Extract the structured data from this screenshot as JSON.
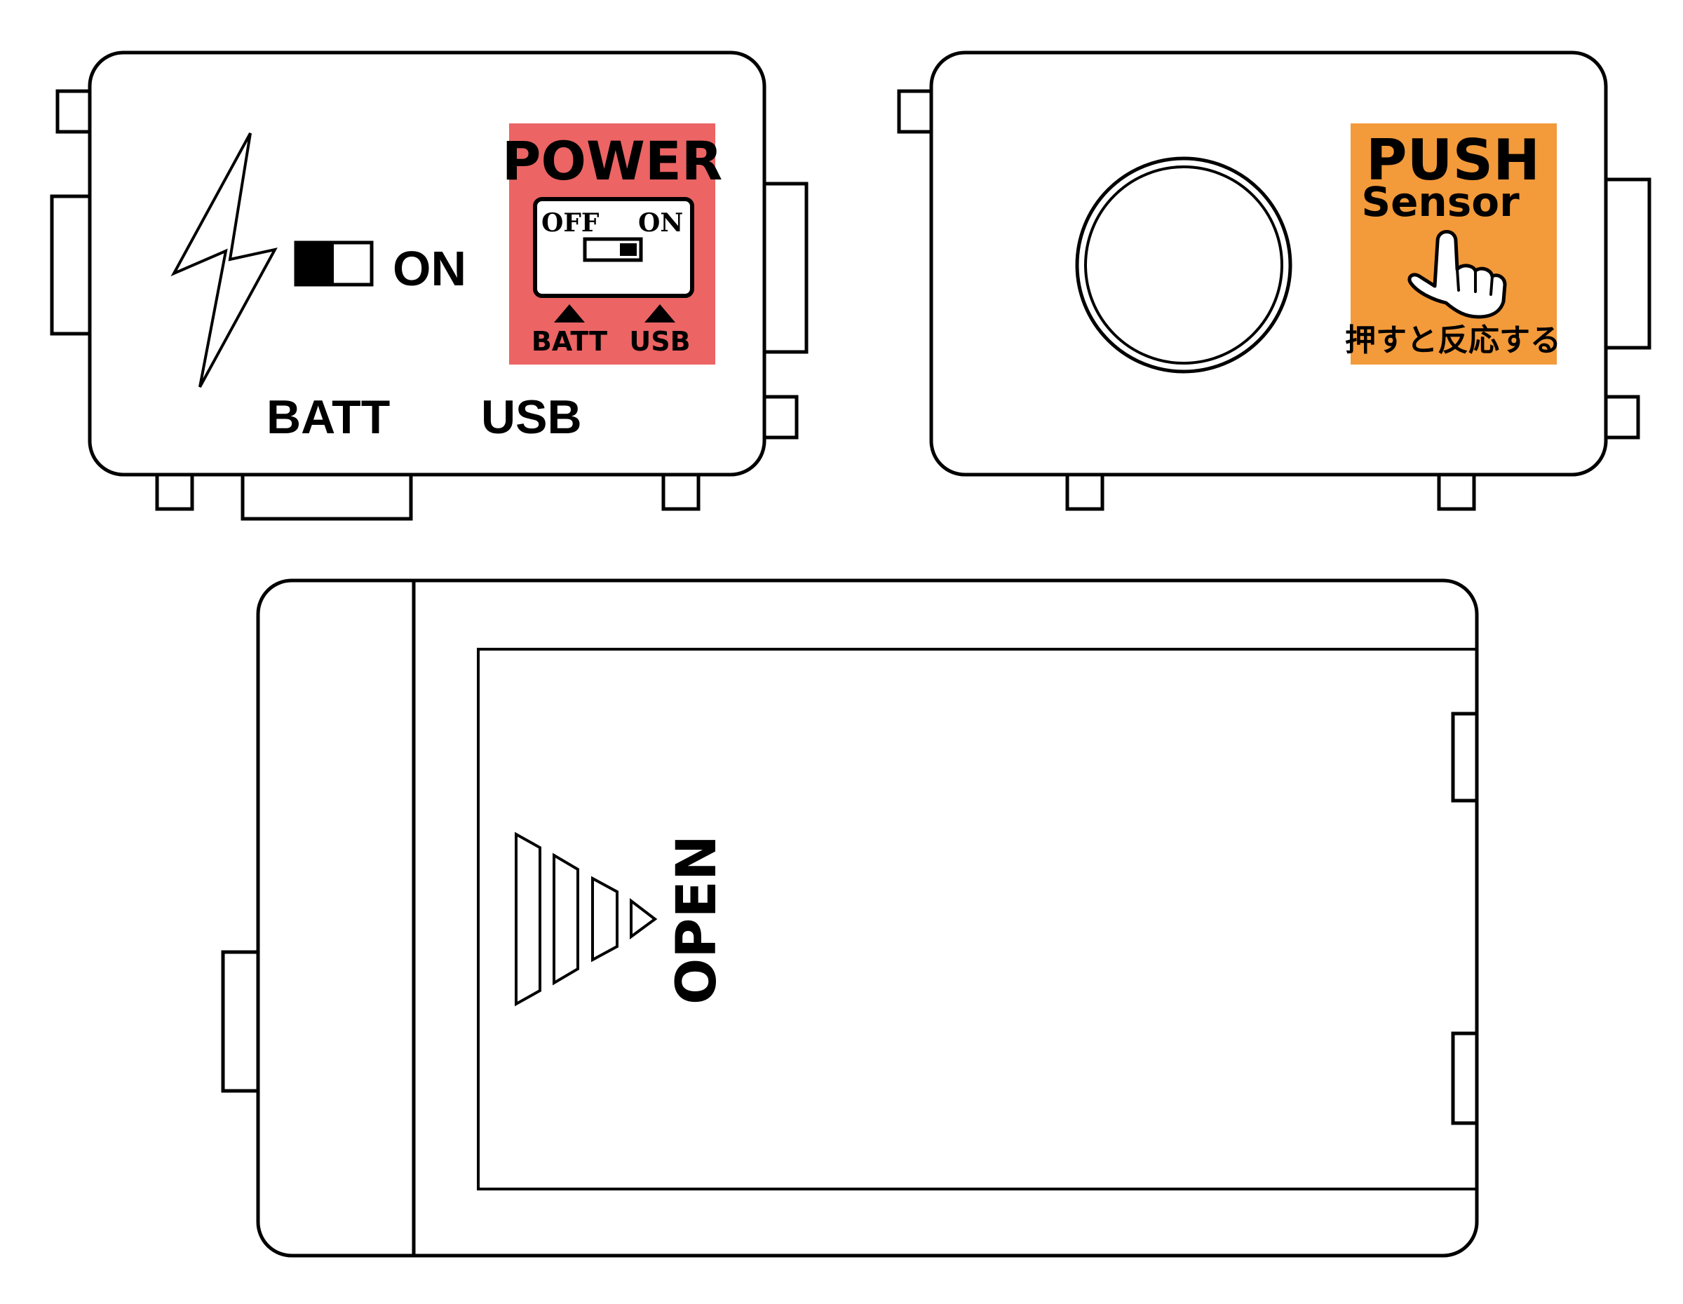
{
  "power_module": {
    "on_label": "ON",
    "batt_label": "BATT",
    "usb_label": "USB",
    "sticker": {
      "title": "POWER",
      "off_label": "OFF",
      "on_label": "ON",
      "batt_label": "BATT",
      "usb_label": "USB",
      "color": "#ec6464"
    }
  },
  "push_module": {
    "sticker": {
      "title": "PUSH",
      "subtitle": "Sensor",
      "caption": "押すと反応する",
      "color": "#f39a3a"
    }
  },
  "battery_box": {
    "open_label": "OPEN"
  }
}
